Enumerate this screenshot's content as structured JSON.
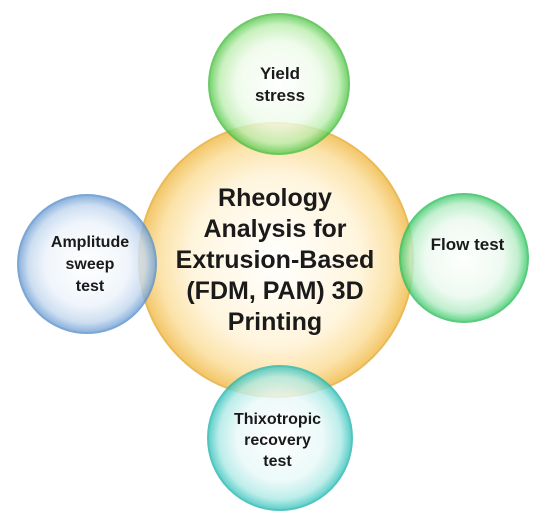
{
  "center": {
    "text": "Rheology\nAnalysis for\nExtrusion-Based\n(FDM, PAM) 3D\nPrinting",
    "color": "#f4c86a"
  },
  "nodes": {
    "yield": {
      "text": "Yield\nstress",
      "color": "#5fcf5f"
    },
    "flow": {
      "text": "Flow test",
      "color": "#4fd07a"
    },
    "amplitude": {
      "text": "Amplitude\nsweep\ntest",
      "color": "#7aa6d8"
    },
    "thixotropic": {
      "text": "Thixotropic\nrecovery\ntest",
      "color": "#4fc9c4"
    }
  }
}
